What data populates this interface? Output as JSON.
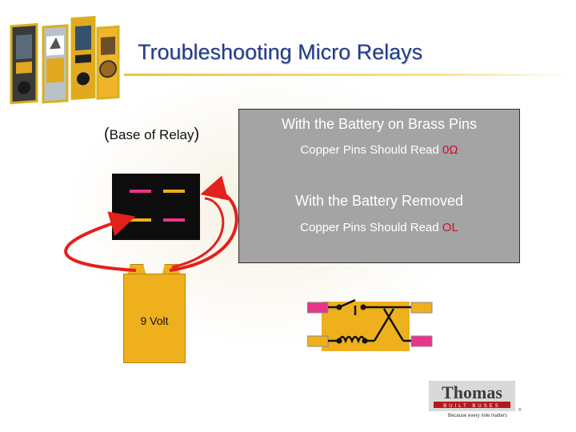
{
  "title": "Troubleshooting Micro Relays",
  "base_label": {
    "open": "(",
    "text": "Base of Relay",
    "close": ")"
  },
  "info_panel": {
    "heading1": "With the Battery on Brass Pins",
    "line1": "Copper Pins Should Read ",
    "value1": "0Ω",
    "heading2": "With the Battery Removed",
    "line2": "Copper Pins Should Read ",
    "value2": "OL"
  },
  "battery": {
    "label": "9 Volt"
  },
  "logo": {
    "name": "Thomas",
    "subline": "BUILT BUSES",
    "tagline": "Because every mile matters"
  },
  "colors": {
    "title": "#1f3b8a",
    "panel": "#a4a4a4",
    "wire": "#e3201b",
    "brass": "#efb01e",
    "copper": "#e8358c",
    "reading": "#c8102e"
  }
}
